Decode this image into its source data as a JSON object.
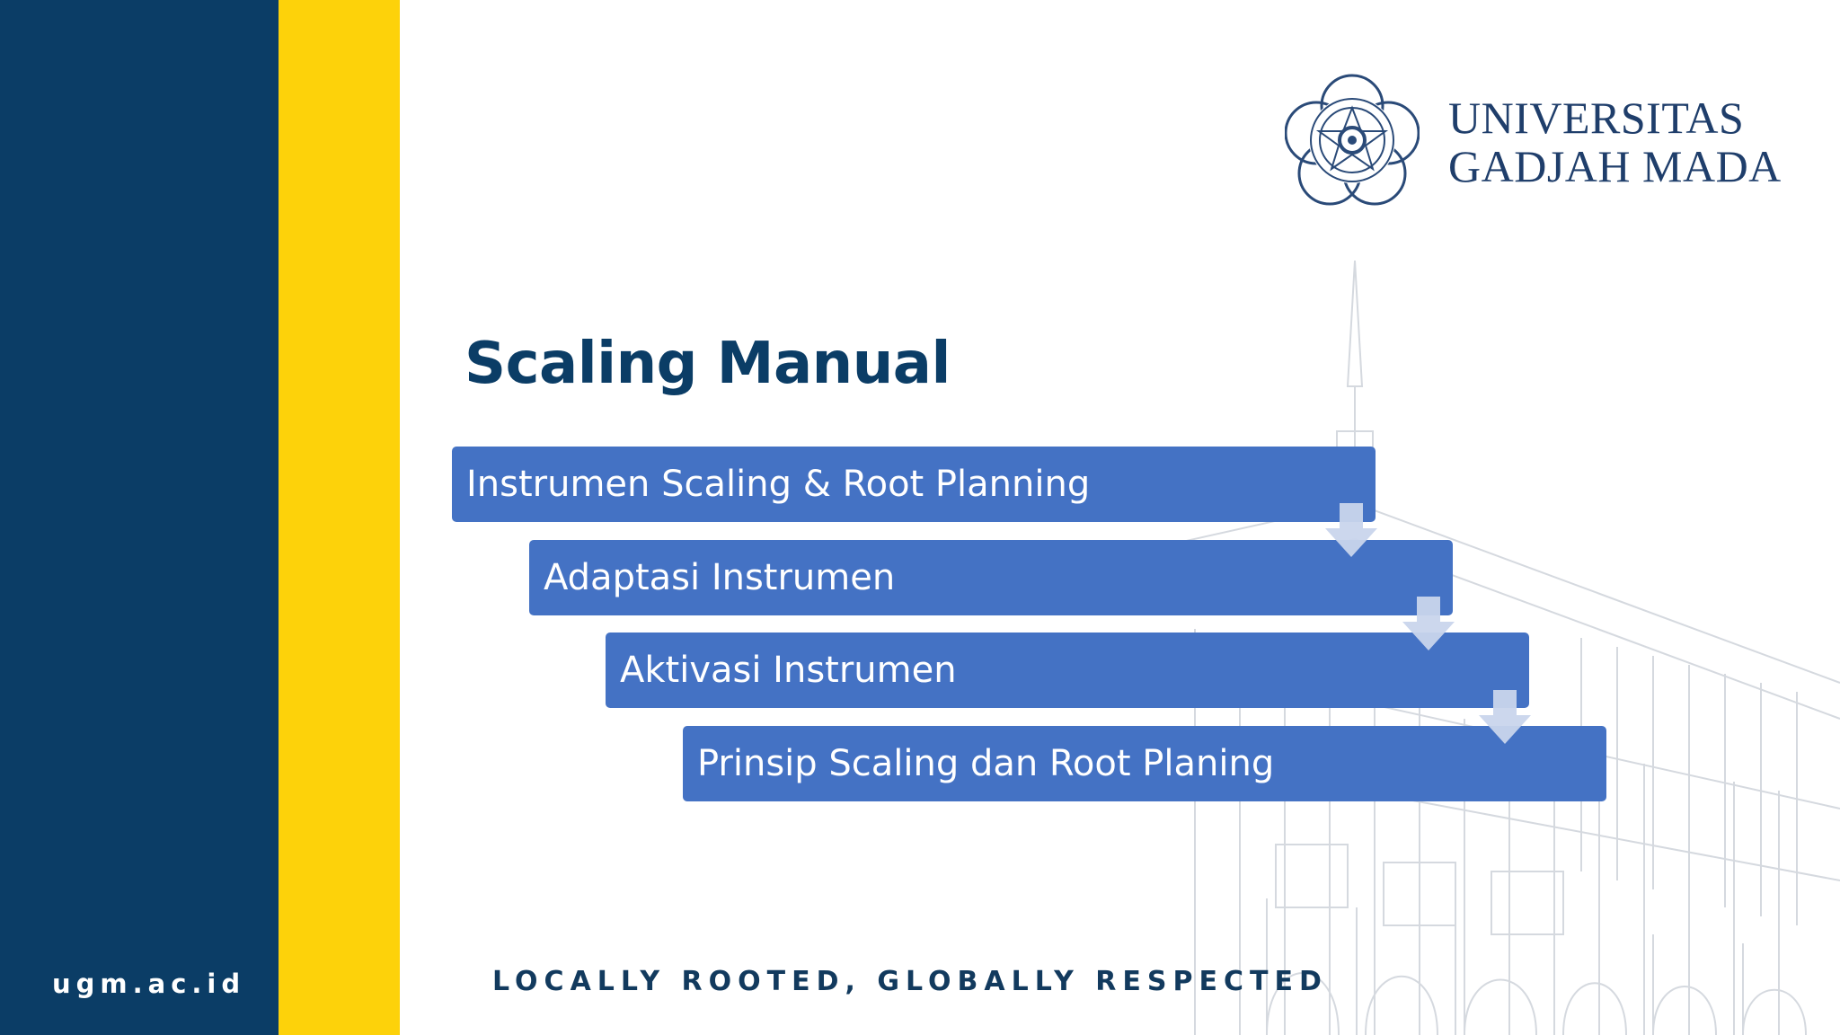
{
  "branding": {
    "site_url": "ugm.ac.id",
    "university_line1": "UNIVERSITAS",
    "university_line2": "GADJAH MADA",
    "tagline": "LOCALLY ROOTED, GLOBALLY RESPECTED"
  },
  "slide": {
    "title": "Scaling Manual",
    "steps": [
      {
        "label": "Instrumen Scaling & Root Planning"
      },
      {
        "label": "Adaptasi Instrumen"
      },
      {
        "label": "Aktivasi Instrumen"
      },
      {
        "label": "Prinsip Scaling dan Root Planing"
      }
    ]
  },
  "colors": {
    "navy": "#0b3d66",
    "yellow": "#fdd20a",
    "step_fill": "#4472c4",
    "arrow_fill": "#c9d5ec"
  },
  "icons": [
    "ugm-seal-logo",
    "down-arrow-icon"
  ]
}
